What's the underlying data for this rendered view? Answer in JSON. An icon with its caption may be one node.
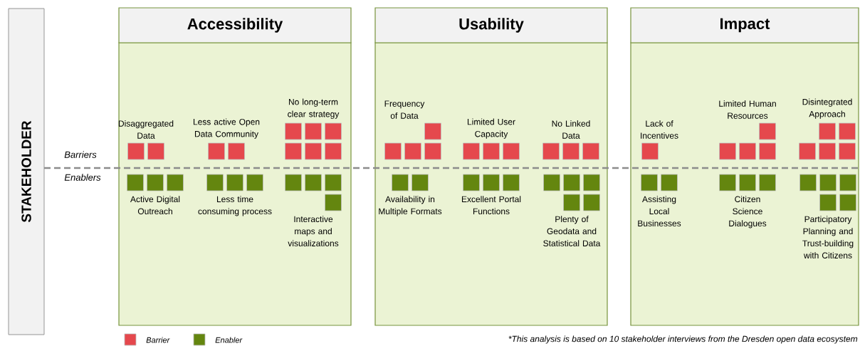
{
  "diagram": {
    "nodes": [
      {
        "text": [
          "STAKEHOLDER"
        ]
      },
      {
        "text": [
          "Accessibility"
        ]
      },
      {
        "text": [
          "Disaggregated Data"
        ],
        "in": 1
      },
      {
        "text": [
          "Less active Open Data Community"
        ],
        "in": 1
      },
      {
        "text": [
          "No long-term clear strategy"
        ],
        "in": 1
      },
      {
        "text": [
          "Active Digital Outreach"
        ],
        "in": 1
      },
      {
        "text": [
          "Less time consuming process"
        ],
        "in": 1
      },
      {
        "text": [
          "Interactive maps and visualizations"
        ],
        "in": 1
      },
      {
        "text": [
          "Usability"
        ]
      },
      {
        "text": [
          "Frequency of Data"
        ],
        "in": 8
      },
      {
        "text": [
          "Limited User Capacity"
        ],
        "in": 8
      },
      {
        "text": [
          "No Linked Data"
        ],
        "in": 8
      },
      {
        "text": [
          "Availability in Multiple Formats"
        ],
        "in": 8
      },
      {
        "text": [
          "Excellent Portal Functions"
        ],
        "in": 8
      },
      {
        "text": [
          "Plenty of Geodata and Statistical Data"
        ],
        "in": 8
      },
      {
        "text": [
          "Impact"
        ]
      },
      {
        "text": [
          "Lack of Incentives"
        ],
        "in": 15
      },
      {
        "text": [
          "Limited Human Resources"
        ],
        "in": 15
      },
      {
        "text": [
          "Disintegrated Approach"
        ],
        "in": 15
      },
      {
        "text": [
          "Assisting Local Businesses"
        ],
        "in": 15
      },
      {
        "text": [
          "Citizen Science Dialogues"
        ],
        "in": 15
      },
      {
        "text": [
          "Participatory Planning and Trust-building with Citizens"
        ],
        "in": 15
      }
    ],
    "labels": [
      "Barriers",
      "Enablers",
      "*This analysis is based on 10 stakeholder interviews from the Dresden open data ecosystem"
    ],
    "legend": [
      {
        "text": "Barrier",
        "color": "#e5484d"
      },
      {
        "text": "Enabler",
        "color": "#64860f"
      }
    ]
  }
}
